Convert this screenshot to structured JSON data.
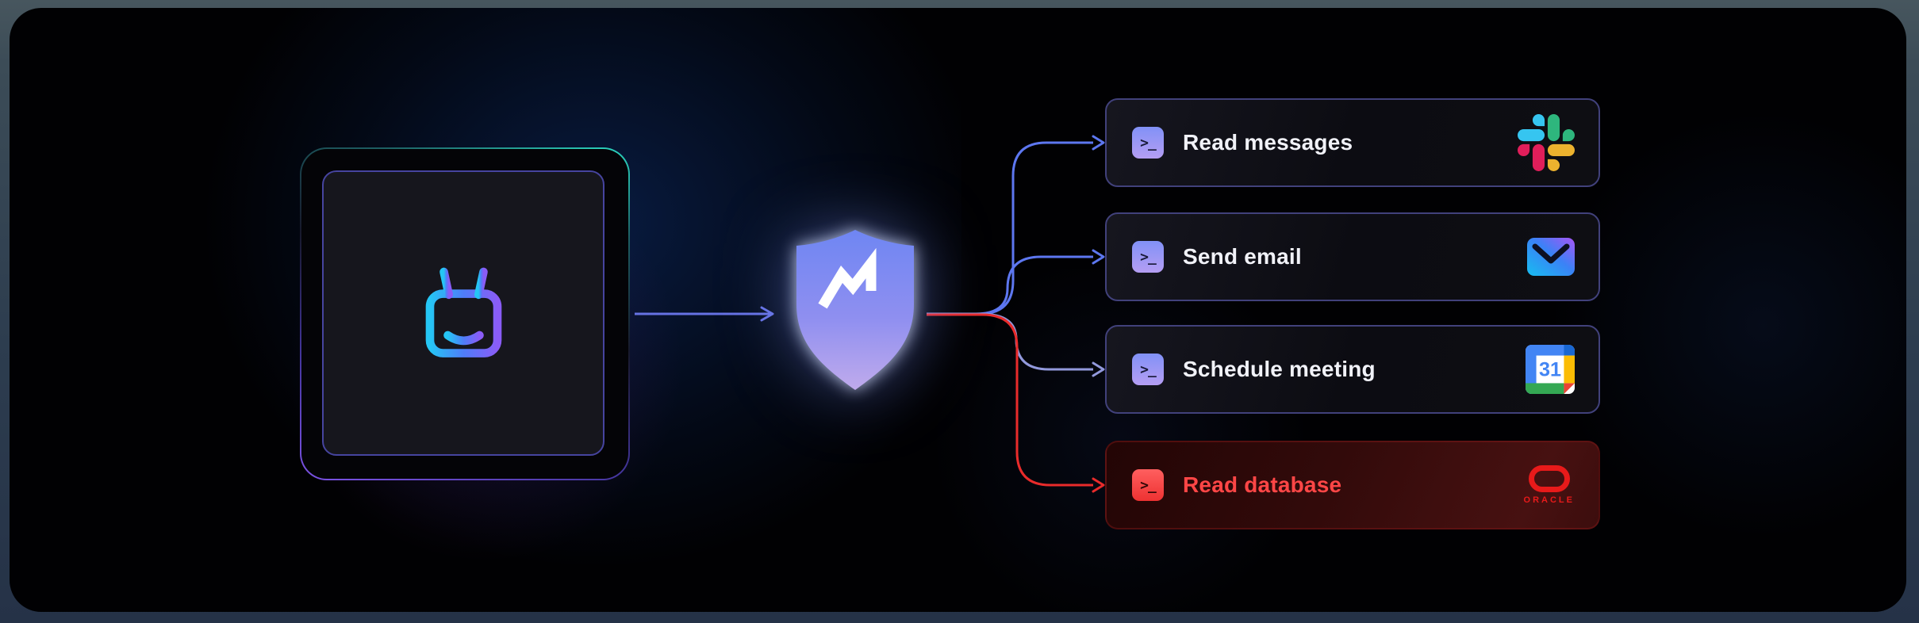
{
  "diagram": {
    "agent": {
      "icon": "robot-face",
      "description_role": "ai-agent"
    },
    "gateway": {
      "icon": "shield-n-logo",
      "description_role": "policy-gateway"
    },
    "terminal_prompt": ">_",
    "actions": [
      {
        "label": "Read messages",
        "service": "slack",
        "status": "allowed"
      },
      {
        "label": "Send email",
        "service": "email",
        "status": "allowed"
      },
      {
        "label": "Schedule meeting",
        "service": "google-calendar",
        "status": "allowed"
      },
      {
        "label": "Read database",
        "service": "oracle",
        "status": "blocked"
      }
    ],
    "oracle_wordmark": "ORACLE",
    "calendar_day": "31",
    "colors": {
      "allowed_line": "#5d77f0",
      "allowed_line_soft": "#9299dc",
      "blocked_line": "#e92b2b",
      "blocked_text": "#ff4646",
      "allowed_card_border": "#41417b",
      "shield_top": "#6f86f3",
      "shield_bottom": "#c0abec",
      "agent_border_teal": "#2bd9c2",
      "agent_border_purple": "#7c53e6"
    }
  }
}
